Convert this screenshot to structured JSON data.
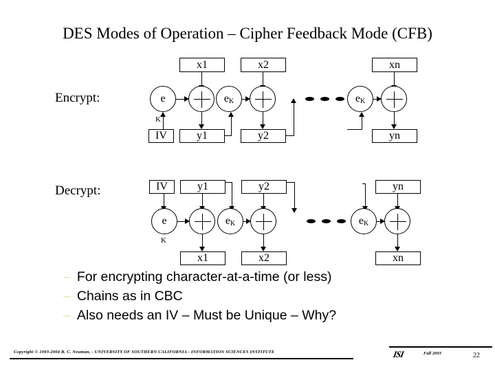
{
  "slide": {
    "title": "DES Modes of Operation – Cipher Feedback Mode (CFB)",
    "page_number": "22"
  },
  "encrypt": {
    "label": "Encrypt:",
    "inputs": [
      "x1",
      "x2",
      "xn"
    ],
    "outputs": [
      "IV",
      "y1",
      "y2",
      "yn"
    ],
    "cipher_label": "e",
    "cipher_subscript": "K",
    "key_label": "K",
    "xor_symbol": "+"
  },
  "decrypt": {
    "label": "Decrypt:",
    "inputs": [
      "IV",
      "y1",
      "y2",
      "yn"
    ],
    "outputs": [
      "x1",
      "x2",
      "xn"
    ],
    "cipher_label": "e",
    "cipher_subscript": "K",
    "key_label": "K",
    "xor_symbol": "+"
  },
  "bullets": [
    {
      "dash": "–",
      "text": "For encrypting character-at-a-time (or less)"
    },
    {
      "dash": "–",
      "text": "Chains as in CBC"
    },
    {
      "dash": "–",
      "text": "Also needs an IV – Must be Unique – Why?"
    }
  ],
  "footer": {
    "copyright": "Copyright © 1993-2004   B. C. Neuman, - UNIVERSITY OF SOUTHERN CALIFORNIA - INFORMATION SCIENCES INSTITUTE",
    "logo_text": "ISI",
    "term": "Fall 2003"
  },
  "colors": {
    "ink": "#000000",
    "background": "#ffffff",
    "bullet_dash": "#e8e4b0"
  }
}
